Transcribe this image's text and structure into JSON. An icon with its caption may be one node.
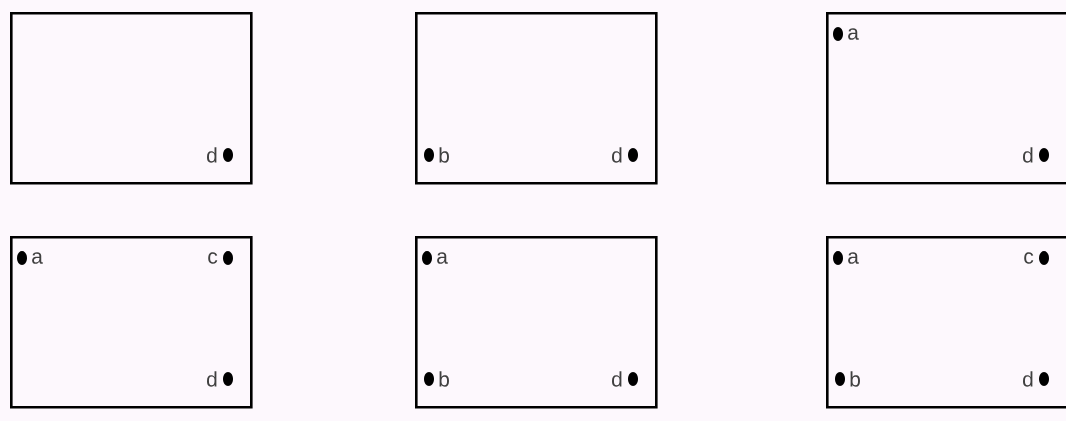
{
  "diagram": {
    "nodes": [
      {
        "text": [
          "d"
        ]
      },
      {
        "text": [
          "b",
          "d"
        ]
      },
      {
        "text": [
          "a",
          "d"
        ]
      },
      {
        "text": [
          "a",
          "c",
          "d"
        ]
      },
      {
        "text": [
          "a",
          "b",
          "d"
        ]
      },
      {
        "text": [
          "a",
          "c",
          "b",
          "d"
        ]
      }
    ]
  }
}
